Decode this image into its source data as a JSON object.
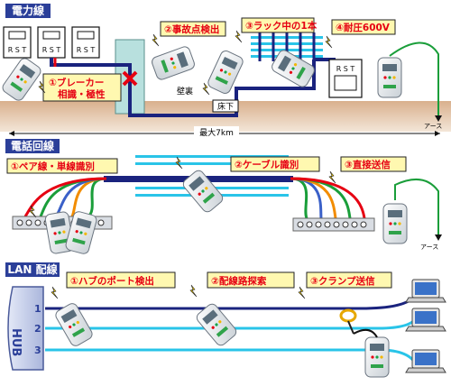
{
  "sections": {
    "power": {
      "title": "電力線",
      "panel_labels": [
        "R S T",
        "R S T",
        "R S T"
      ],
      "destination_panel_label": "R S T",
      "callouts": {
        "breaker": [
          "①ブレーカー",
          "相識・極性"
        ],
        "fault": "②事故点検出",
        "rack": "③ラック中の1本",
        "voltage": "④耐圧600V"
      },
      "wall_label": "壁裏",
      "floor_label": "床下",
      "earth_label": "アース",
      "distance_label": "最大7km"
    },
    "phone": {
      "title": "電話回線",
      "callouts": {
        "pair": "①ペア線・単線識別",
        "cable": "②ケーブル識別",
        "direct": "③直接送信"
      },
      "earth_label": "アース"
    },
    "lan": {
      "title": "LAN 配線",
      "hub_label": "HUB",
      "port_numbers": [
        "1",
        "2",
        "3"
      ],
      "callouts": {
        "hub_port": "①ハブのポート検出",
        "route": "②配線路探索",
        "clamp": "③クランプ送信"
      }
    }
  },
  "colors": {
    "header_blue": "#2b3f99",
    "wire_navy": "#1a237e",
    "cable_cyan": "#29c4e8",
    "earth_green": "#1a9e3a",
    "fault_red": "#e60012",
    "callout_fill": "#fff8b0",
    "ground_brown": "#c99a75"
  },
  "icons": [
    "spark-icon",
    "fault-x-icon",
    "tester-device-icon",
    "laptop-icon",
    "clamp-icon",
    "earth-ground-icon"
  ]
}
